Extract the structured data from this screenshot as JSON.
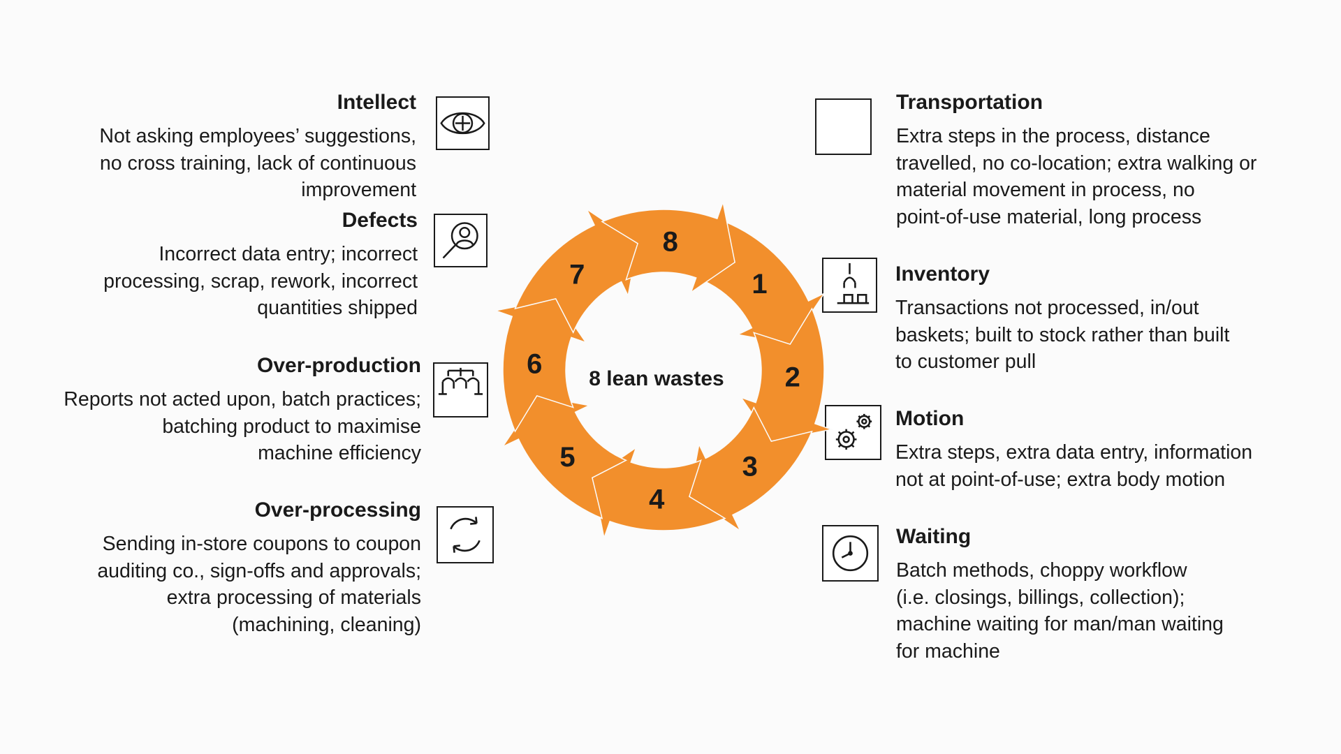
{
  "center_label": "8 lean wastes",
  "accent_color": "#f28f2c",
  "segments": [
    "1",
    "2",
    "3",
    "4",
    "5",
    "6",
    "7",
    "8"
  ],
  "wastes": {
    "intellect": {
      "title": "Intellect",
      "lines": [
        "Not asking employees’ suggestions,",
        "no cross training, lack of continuous",
        "improvement"
      ],
      "icon": "eye-icon"
    },
    "defects": {
      "title": "Defects",
      "lines": [
        "Incorrect data entry; incorrect",
        "processing, scrap, rework, incorrect",
        "quantities shipped"
      ],
      "icon": "magnifier-person-icon"
    },
    "overproduction": {
      "title": "Over-production",
      "lines": [
        "Reports not acted upon, batch practices;",
        "batching product to maximise",
        "machine efficiency"
      ],
      "icon": "branching-flow-icon"
    },
    "overprocessing": {
      "title": "Over-processing",
      "lines": [
        "Sending in-store coupons to coupon",
        "auditing co., sign-offs and approvals;",
        "extra processing of materials",
        "(machining, cleaning)"
      ],
      "icon": "cycle-arrows-icon"
    },
    "transportation": {
      "title": "Transportation",
      "lines": [
        "Extra steps in the process, distance",
        "travelled, no co-location; extra walking or",
        "material movement in process, no",
        "point-of-use material, long process"
      ],
      "icon": "empty-box-icon"
    },
    "inventory": {
      "title": "Inventory",
      "lines": [
        "Transactions not processed, in/out",
        "baskets; built to stock rather than built",
        "to customer pull"
      ],
      "icon": "crane-boxes-icon"
    },
    "motion": {
      "title": "Motion",
      "lines": [
        "Extra steps, extra data entry, information",
        "not at point-of-use; extra body motion"
      ],
      "icon": "gears-icon"
    },
    "waiting": {
      "title": "Waiting",
      "lines": [
        "Batch methods, choppy workflow",
        "(i.e. closings, billings, collection);",
        "machine waiting for man/man waiting",
        "for machine"
      ],
      "icon": "clock-icon"
    }
  }
}
